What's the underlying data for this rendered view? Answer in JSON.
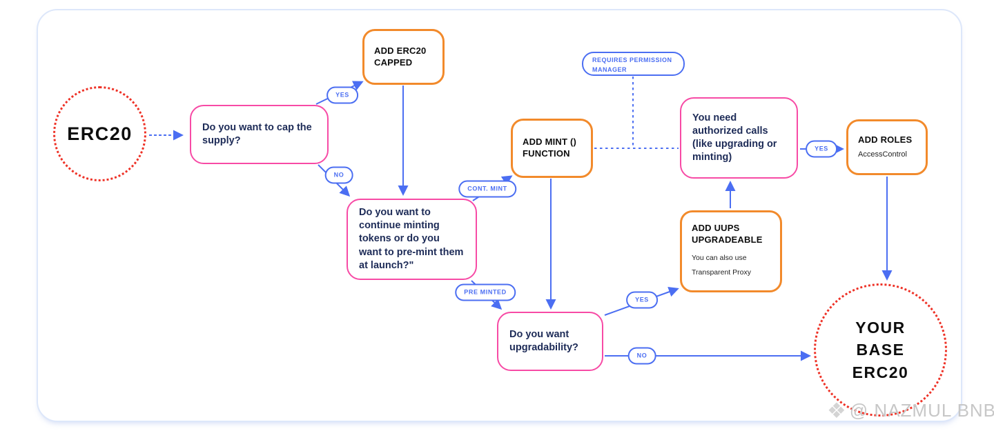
{
  "diagram": {
    "nodes": {
      "start": {
        "label": "ERC20"
      },
      "q_cap": {
        "text": "Do you want to cap the supply?"
      },
      "add_capped": {
        "title": "ADD ERC20 CAPPED"
      },
      "q_mint": {
        "text": "Do you want to continue minting tokens or do you want to pre-mint them at launch?\""
      },
      "add_mint": {
        "title": "ADD MINT () FUNCTION"
      },
      "permission_note": {
        "text": "REQUIRES PERMISSION MANAGER"
      },
      "q_auth": {
        "text": "You need authorized calls (like upgrading or minting)"
      },
      "add_uups": {
        "title": "ADD UUPS UPGRADEABLE",
        "subtitle": "You can also use\nTransparent Proxy"
      },
      "add_roles": {
        "title": "ADD ROLES",
        "subtitle": "AccessControl"
      },
      "q_upgrade": {
        "text": "Do you want upgradability?"
      },
      "end": {
        "label": "YOUR\nBASE\nERC20"
      }
    },
    "edge_labels": {
      "yes_cap": "YES",
      "no_cap": "NO",
      "cont_mint": "CONT. MINT",
      "pre_minted": "PRE MINTED",
      "yes_upgrade": "YES",
      "no_upgrade": "NO",
      "yes_auth": "YES"
    },
    "watermark": {
      "icon": "bnb-diamond-icon",
      "glyph": "❖",
      "text": "@ NAZMUL BNB-"
    },
    "colors": {
      "question_border": "#f74aa5",
      "action_border": "#f28a2b",
      "edge_blue": "#4b6ef2",
      "question_text": "#1d2b57",
      "terminal_border": "#ee3126",
      "canvas_border": "#dde7fa",
      "watermark_gray": "#c7c7c7"
    }
  }
}
